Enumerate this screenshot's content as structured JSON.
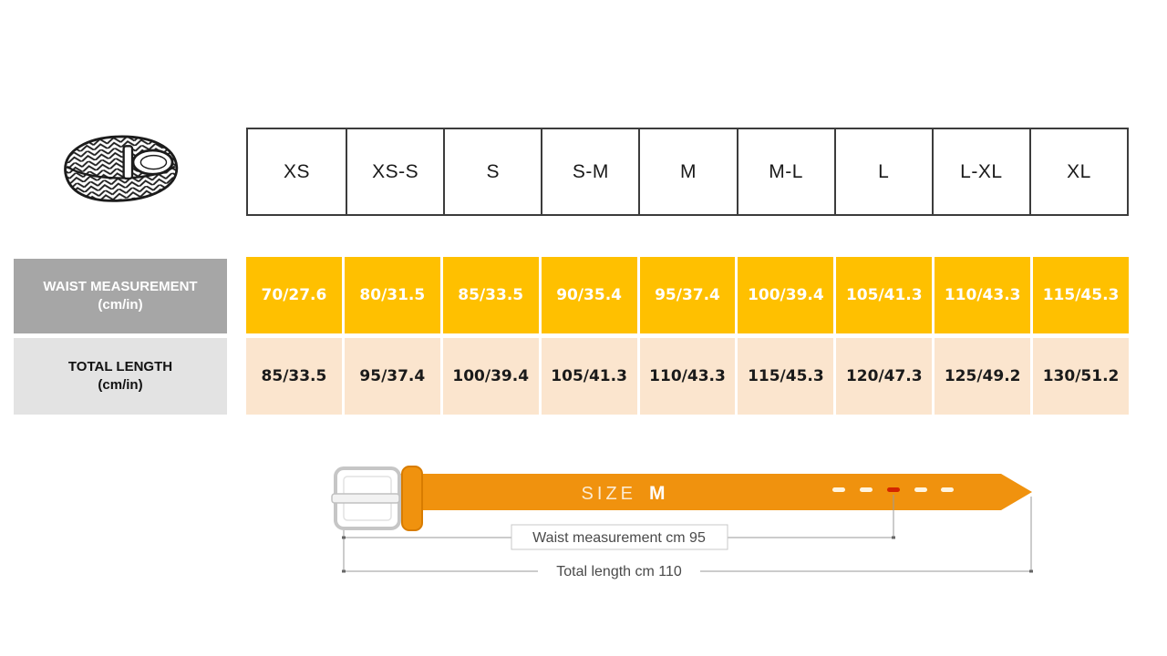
{
  "size_chart": {
    "sizes": [
      "XS",
      "XS-S",
      "S",
      "S-M",
      "M",
      "M-L",
      "L",
      "L-XL",
      "XL"
    ],
    "waist_row": {
      "label_line1": "WAIST MEASUREMENT",
      "label_line2": "(cm/in)",
      "values": [
        "70/27.6",
        "80/31.5",
        "85/33.5",
        "90/35.4",
        "95/37.4",
        "100/39.4",
        "105/41.3",
        "110/43.3",
        "115/45.3"
      ]
    },
    "length_row": {
      "label_line1": "TOTAL LENGTH",
      "label_line2": "(cm/in)",
      "values": [
        "85/33.5",
        "95/37.4",
        "100/39.4",
        "105/41.3",
        "110/43.3",
        "115/45.3",
        "120/47.3",
        "125/49.2",
        "130/51.2"
      ]
    }
  },
  "belt_diagram": {
    "size_word": "SIZE",
    "size_value": "M",
    "waist_annotation": "Waist measurement cm 95",
    "length_annotation": "Total length cm 110"
  },
  "icons": {
    "belt_icon": "braided-belt-illustration"
  },
  "colors": {
    "waist_cell_bg": "#ffc000",
    "length_cell_bg": "#fbe5ce",
    "waist_label_bg": "#a6a6a6",
    "length_label_bg": "#e3e3e3",
    "belt_strap": "#f0920e",
    "highlight_hole": "#d32500",
    "table_border": "#3c3c3c"
  }
}
